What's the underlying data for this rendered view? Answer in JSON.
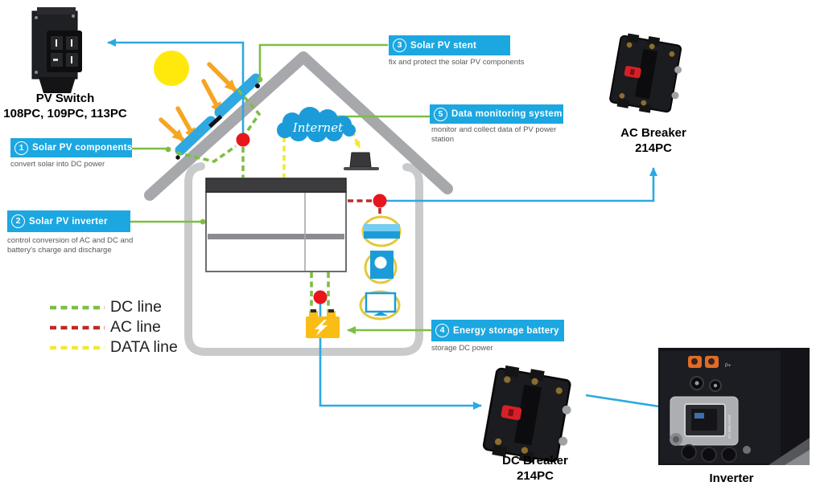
{
  "cloud": {
    "label": "Internet"
  },
  "legend": {
    "items": [
      {
        "label": "DC line",
        "color": "#7DBE42"
      },
      {
        "label": "AC line",
        "color": "#BE2A26"
      },
      {
        "label": "DATA line",
        "color": "#F3E832"
      }
    ]
  },
  "callouts": [
    {
      "number": "1",
      "title": "Solar PV components",
      "caption": "convert solar into DC power"
    },
    {
      "number": "2",
      "title": "Solar PV inverter",
      "caption": "control conversion of AC and DC and battery's charge and discharge"
    },
    {
      "number": "3",
      "title": "Solar PV stent",
      "caption": "fix and protect the solar PV components"
    },
    {
      "number": "4",
      "title": "Energy storage battery",
      "caption": "storage DC power"
    },
    {
      "number": "5",
      "title": "Data monitoring system",
      "caption": "monitor and collect data of PV power station"
    }
  ],
  "products": {
    "pv_switch": {
      "name": "PV Switch",
      "models": "108PC, 109PC, 113PC"
    },
    "ac_breaker": {
      "name": "AC Breaker",
      "model": "214PC"
    },
    "dc_breaker": {
      "name": "DC Breaker",
      "model": "214PC"
    },
    "inverter": {
      "name": "Inverter",
      "port_label": "P+",
      "breaker_label": "DC BREAKER"
    }
  },
  "colors": {
    "accent_blue": "#1CA7E1",
    "connector_green": "#7DBE42",
    "ac_red": "#BE2A26",
    "data_yellow": "#F3E832",
    "junction_red": "#E8151D",
    "roof_gray": "#A6A8AB",
    "wall_gray": "#C9CACB",
    "panel_blue": "#2FA8E1",
    "battery_yellow": "#F9BD16",
    "sun_yellow": "#FFE90C",
    "ray_orange": "#F5A623"
  }
}
